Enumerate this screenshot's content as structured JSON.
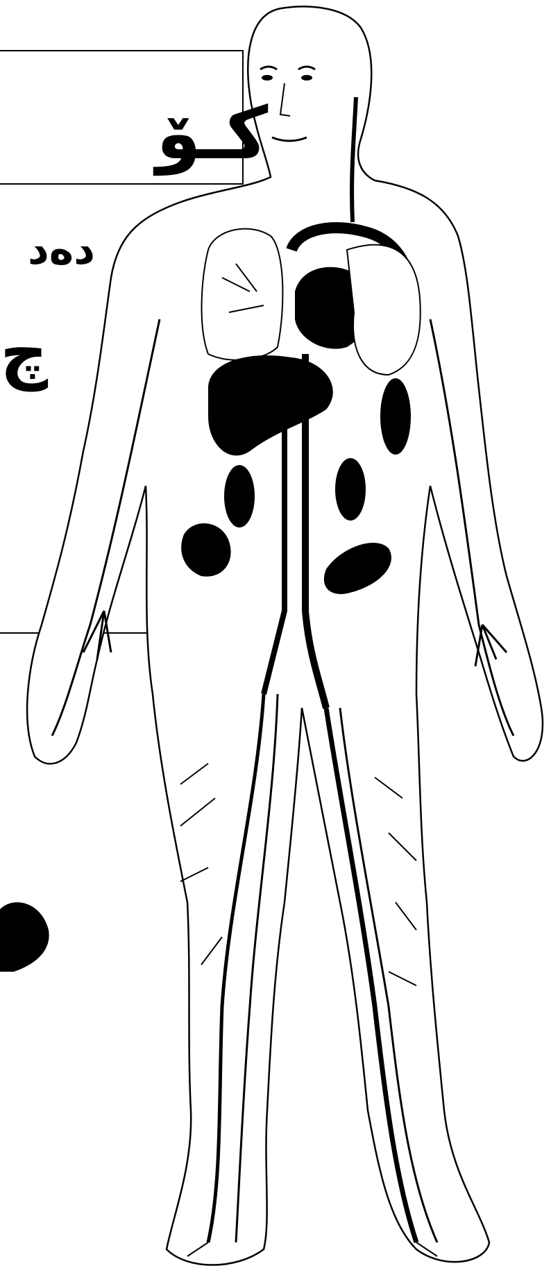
{
  "document": {
    "title_line_1": "کـۆ",
    "title_line_2": "دەد",
    "title_line_3": "چ",
    "palette": {
      "ink": "#000000",
      "paper": "#ffffff"
    }
  },
  "figure": {
    "subject": "human-circulatory-system-illustration"
  }
}
